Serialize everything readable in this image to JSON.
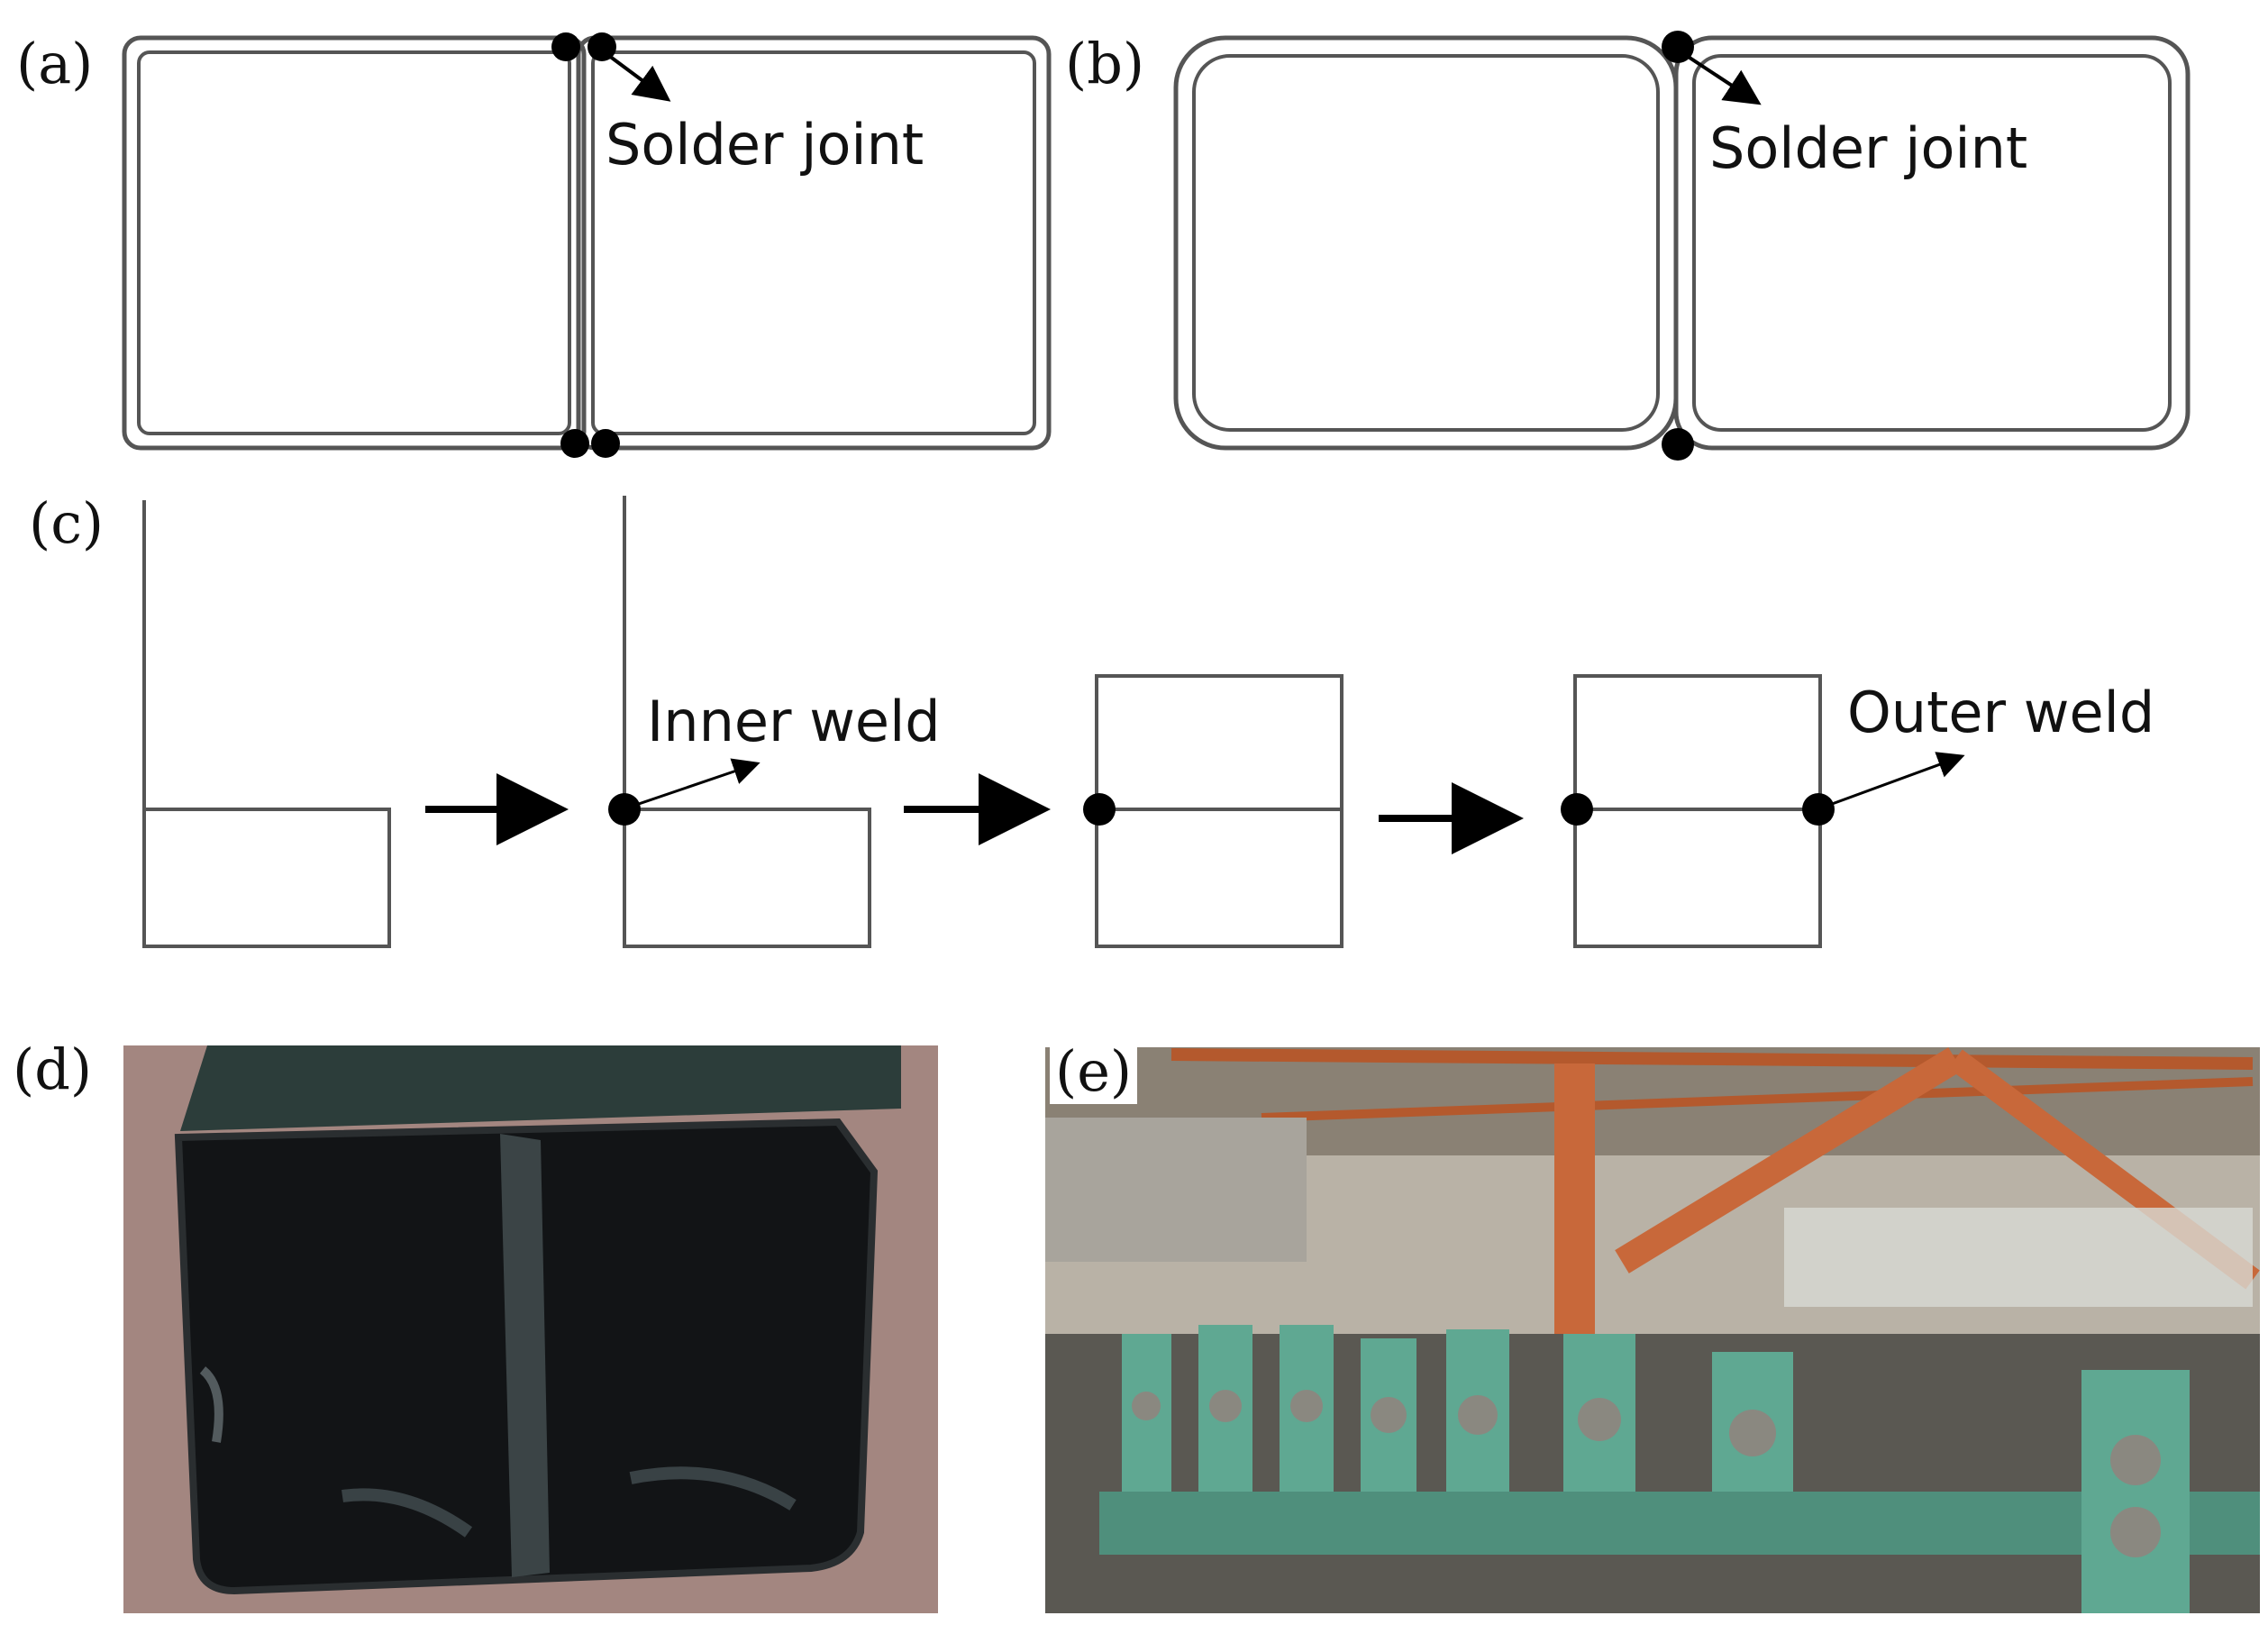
{
  "panels": {
    "a": {
      "label": "(a)",
      "annotation": "Solder joint"
    },
    "b": {
      "label": "(b)",
      "annotation": "Solder joint"
    },
    "c": {
      "label": "(c)",
      "inner_annotation": "Inner weld",
      "outer_annotation": "Outer weld"
    },
    "d": {
      "label": "(d)"
    },
    "e": {
      "label": "(e)"
    }
  },
  "colors": {
    "line": "#555555",
    "dot": "#000000",
    "arrow": "#000000",
    "frame_green": "#58a58f",
    "frame_orange": "#d2673a"
  }
}
